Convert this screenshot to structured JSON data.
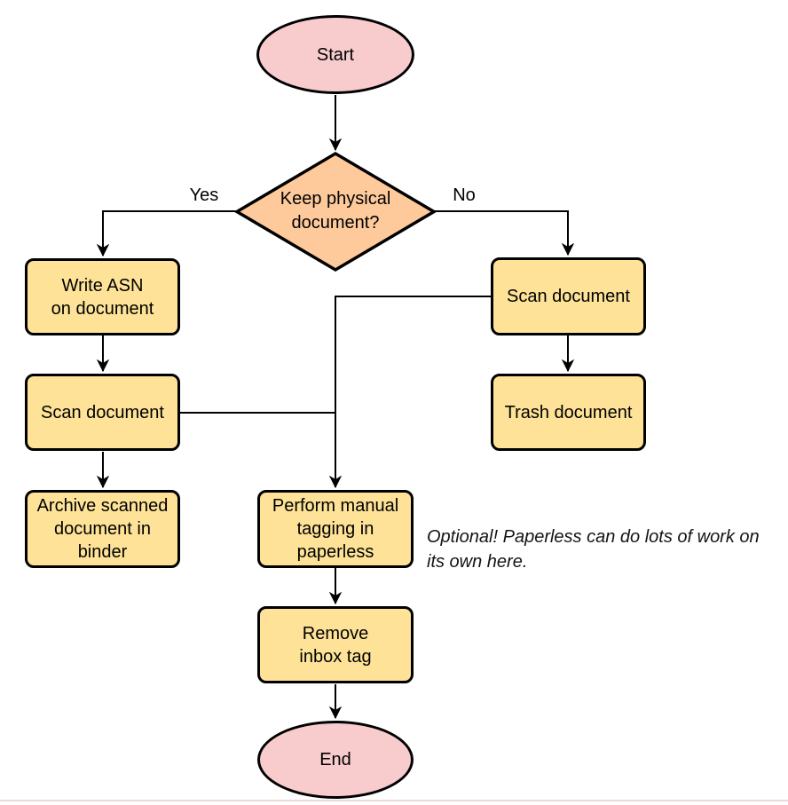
{
  "diagram": {
    "nodes": {
      "start": {
        "type": "terminal",
        "label": "Start"
      },
      "decision": {
        "type": "decision",
        "label": "Keep physical\ndocument?"
      },
      "write_asn": {
        "type": "process",
        "label": "Write ASN\non document"
      },
      "scan_left": {
        "type": "process",
        "label": "Scan document"
      },
      "archive": {
        "type": "process",
        "label": "Archive scanned\ndocument in\nbinder"
      },
      "scan_right": {
        "type": "process",
        "label": "Scan document"
      },
      "trash": {
        "type": "process",
        "label": "Trash document"
      },
      "tagging": {
        "type": "process",
        "label": "Perform manual\ntagging in\npaperless"
      },
      "remove_inbox": {
        "type": "process",
        "label": "Remove\ninbox tag"
      },
      "end": {
        "type": "terminal",
        "label": "End"
      }
    },
    "edge_labels": {
      "yes": "Yes",
      "no": "No"
    },
    "annotation": "Optional! Paperless can do lots of work on\nits own here.",
    "colors": {
      "terminal_fill": "#F8CBCC",
      "decision_fill": "#FECA9C",
      "process_fill": "#FDE297",
      "stroke": "#000000",
      "background": "#FFFFFF"
    }
  }
}
